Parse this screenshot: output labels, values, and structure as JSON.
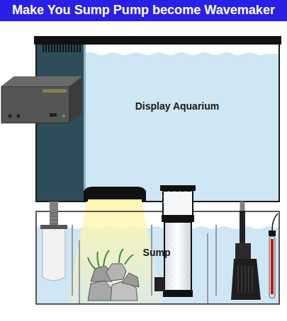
{
  "diagram": {
    "title": "Make You Sump Pump become Wavemaker",
    "nodes": [
      {
        "text": [
          "Display Aquarium"
        ]
      },
      {
        "text": [
          "Sump"
        ]
      }
    ],
    "edges": [
      {
        "from": 0,
        "to": 1,
        "arrow": "none"
      },
      {
        "from": 1,
        "to": 0,
        "arrow": "none"
      }
    ]
  }
}
